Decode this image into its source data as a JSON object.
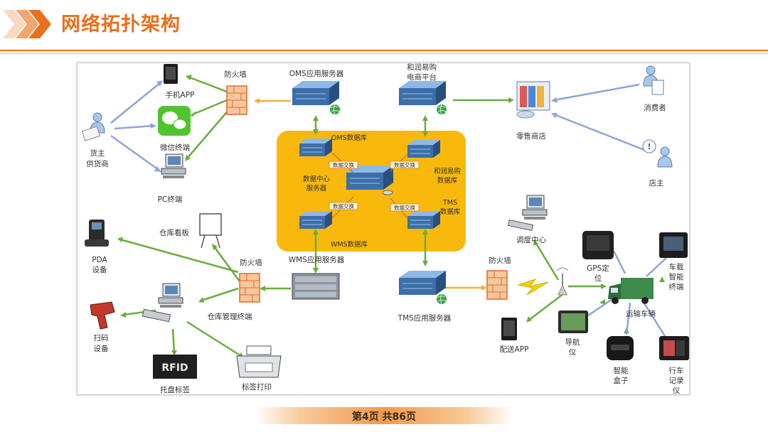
{
  "header": {
    "title": "网络拓扑架构"
  },
  "footer": {
    "page_text": "第4页  共86页"
  },
  "diagram": {
    "nodes": {
      "mobile_app": "手机APP",
      "wechat": "微信终端",
      "pc": "PC终端",
      "shipper": [
        "货主",
        "供货商"
      ],
      "firewall_top": "防火墙",
      "oms_server": "OMS应用服务器",
      "ecommerce": [
        "和润易购",
        "电商平台"
      ],
      "retail_store": "零售商店",
      "consumer": "消费者",
      "store_owner": "店主",
      "oms_db": "OMS数据库",
      "dc_server": [
        "数据中心",
        "服务器"
      ],
      "herun_db": [
        "和润易购",
        "数据库"
      ],
      "tms_db": [
        "TMS",
        "数据库"
      ],
      "wms_db": "WMS数据库",
      "data_exchange": "数据交换",
      "warehouse_board": "仓库看板",
      "pda": [
        "PDA",
        "设备"
      ],
      "firewall_left": "防火墙",
      "wms_server": "WMS应用服务器",
      "warehouse_terminal": "仓库管理终端",
      "scanner": [
        "扫码",
        "设备"
      ],
      "rfid_tag": "托盘标签",
      "rfid_text": "RFID",
      "label_printer": "标签打印",
      "tms_server": "TMS应用服务器",
      "firewall_right": "防火墙",
      "dispatch_center": "调度中心",
      "delivery_app": "配送APP",
      "gps": [
        "GPS定",
        "位"
      ],
      "vehicle_terminal": [
        "车载",
        "智能",
        "终端"
      ],
      "truck": "运输车辆",
      "navigator": [
        "导航",
        "仪"
      ],
      "smart_box": [
        "智能",
        "盒子"
      ],
      "dashcam": [
        "行车",
        "记录",
        "仪"
      ]
    }
  },
  "colors": {
    "accent": "#e8701c",
    "db_zone": "#f9b80c",
    "arrow_green": "#6aad3d",
    "arrow_blue": "#8ea3d8",
    "arrow_orange": "#f2b23c",
    "server": "#3c6fa8"
  }
}
